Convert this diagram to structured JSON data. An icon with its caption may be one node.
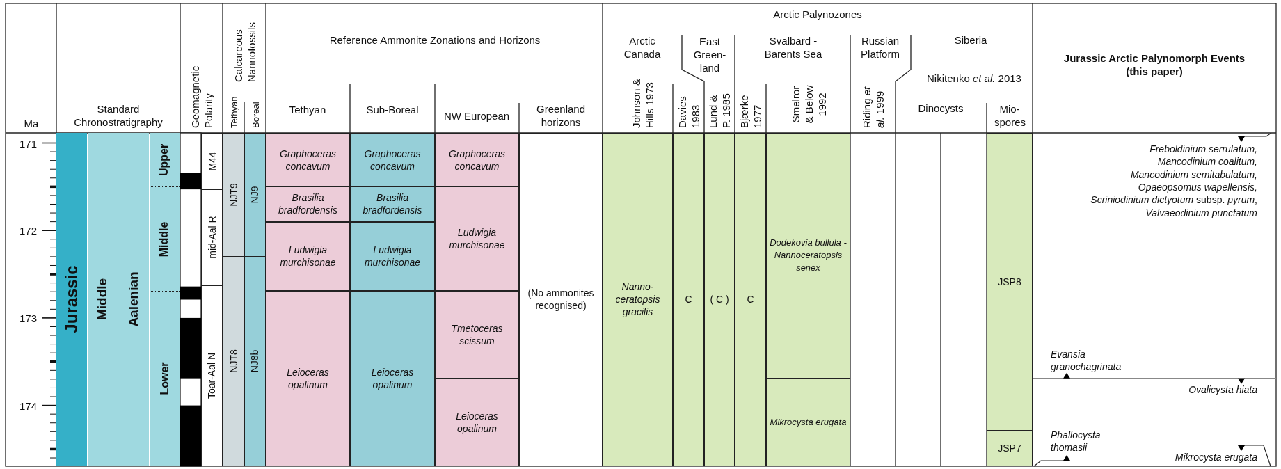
{
  "diagram": {
    "nodes": [
      {
        "text": [
          "Jurassic"
        ]
      },
      {
        "text": [
          "Middle"
        ]
      },
      {
        "text": [
          "Aalenian"
        ]
      },
      {
        "text": [
          "Upper"
        ]
      },
      {
        "text": [
          "Middle"
        ]
      },
      {
        "text": [
          "Lower"
        ]
      },
      {
        "text": [
          "M44"
        ]
      },
      {
        "text": [
          "mid-Aal R"
        ]
      },
      {
        "text": [
          "Toar-Aal N"
        ]
      },
      {
        "text": [
          "NJT9"
        ]
      },
      {
        "text": [
          "NJT8"
        ]
      },
      {
        "text": [
          "NJ9"
        ]
      },
      {
        "text": [
          "NJ8b"
        ]
      },
      {
        "text": [
          "Graphoceras concavum"
        ]
      },
      {
        "text": [
          "Brasilia bradfordensis"
        ]
      },
      {
        "text": [
          "Ludwigia murchisonae"
        ]
      },
      {
        "text": [
          "Leioceras opalinum"
        ]
      },
      {
        "text": [
          "Graphoceras concavum"
        ]
      },
      {
        "text": [
          "Brasilia bradfordensis"
        ]
      },
      {
        "text": [
          "Ludwigia murchisonae"
        ]
      },
      {
        "text": [
          "Leioceras opalinum"
        ]
      },
      {
        "text": [
          "Graphoceras concavum"
        ]
      },
      {
        "text": [
          "Ludwigia murchisonae"
        ]
      },
      {
        "text": [
          "Tmetoceras scissum"
        ]
      },
      {
        "text": [
          "Leioceras opalinum"
        ]
      },
      {
        "text": [
          "(No ammonites recognised)"
        ]
      },
      {
        "text": [
          "Nanno-ceratopsis gracilis"
        ]
      },
      {
        "text": [
          "C"
        ]
      },
      {
        "text": [
          "( C )"
        ]
      },
      {
        "text": [
          "C"
        ]
      },
      {
        "text": [
          "Dodekovia bullula - Nannoceratopsis senex"
        ]
      },
      {
        "text": [
          "Mikrocysta erugata"
        ]
      },
      {
        "text": [
          "JSP8"
        ]
      },
      {
        "text": [
          "JSP7"
        ]
      }
    ],
    "labels": [
      "Ma",
      "Standard Chronostratigraphy",
      "Geomagnetic Polarity",
      "Calcareous Nannofossils",
      "Tethyan",
      "Boreal",
      "Reference Ammonite Zonations and Horizons",
      "Tethyan",
      "Sub-Boreal",
      "NW European",
      "Greenland horizons",
      "Arctic Palynozones",
      "Arctic Canada",
      "East Green-land",
      "Svalbard - Barents Sea",
      "Russian Platform",
      "Siberia",
      "Nikitenko *et al.* 2013",
      "Johnson & Hills 1973",
      "Davies 1983",
      "Lund & P. 1985",
      "Bjærke 1977",
      "Smelror & Below 1992",
      "Riding *et al.* 1999",
      "Dinocysts",
      "Mio-spores",
      "Jurassic Arctic Palynomorph Events (this paper)",
      "171",
      "172",
      "173",
      "174",
      "Freboldinium serrulatum,",
      "Mancodinium coalitum,",
      "Mancodinium semitabulatum,",
      "Opaeopsomus wapellensis,",
      "*Scriniodinium dictyotum* subsp. *pyrum*,",
      "Valvaeodinium punctatum",
      "Evansia granochagrinata",
      "Ovalicysta hiata",
      "Phallocysta thomasii",
      "Mikrocysta erugata"
    ]
  }
}
